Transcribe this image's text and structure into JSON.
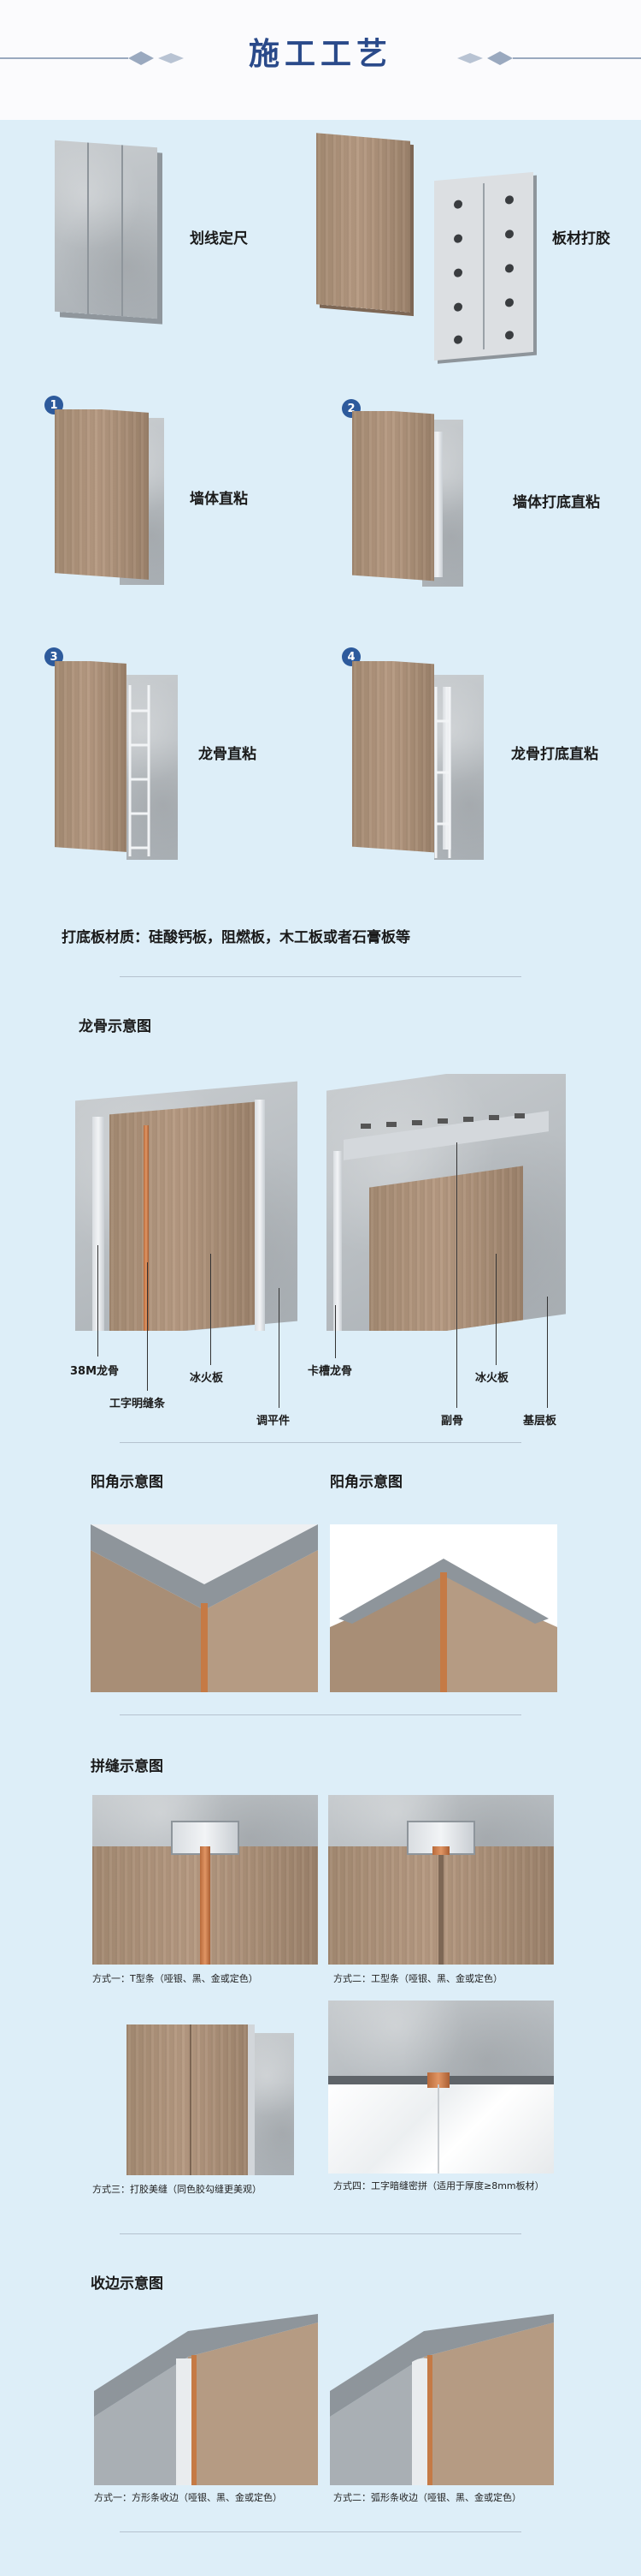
{
  "header": {
    "title": "施工工艺"
  },
  "steps": {
    "mark": "划线定尺",
    "glue": "板材打胶",
    "method1": {
      "num": "1",
      "label": "墙体直粘"
    },
    "method2": {
      "num": "2",
      "label": "墙体打底直粘"
    },
    "method3": {
      "num": "3",
      "label": "龙骨直粘"
    },
    "method4": {
      "num": "4",
      "label": "龙骨打底直粘"
    }
  },
  "base_material_note": "打底板材质：硅酸钙板，阻燃板，木工板或者石膏板等",
  "keel": {
    "title": "龙骨示意图",
    "callouts": {
      "keel38": "38M龙骨",
      "strip": "工字明缝条",
      "firewood": "冰火板",
      "leveler": "调平件",
      "clip_keel": "卡槽龙骨",
      "firewood2": "冰火板",
      "sub_keel": "副骨",
      "base_board": "基层板"
    }
  },
  "corners": {
    "left_title": "阳角示意图",
    "right_title": "阳角示意图"
  },
  "seams": {
    "title": "拼缝示意图",
    "way1": "方式一：T型条（哑银、黑、金或定色）",
    "way2": "方式二：工型条（哑银、黑、金或定色）",
    "way3": "方式三：打胶美缝（同色胶勾缝更美观）",
    "way4": "方式四：工字暗缝密拼（适用于厚度≥8mm板材）"
  },
  "edges": {
    "title": "收边示意图",
    "way1": "方式一：方形条收边（哑银、黑、金或定色）",
    "way2": "方式二：弧形条收边（哑银、黑、金或定色）"
  },
  "colors": {
    "accent": "#2a4a8a",
    "badge": "#2d5a9c",
    "background": "#ddeef8"
  }
}
